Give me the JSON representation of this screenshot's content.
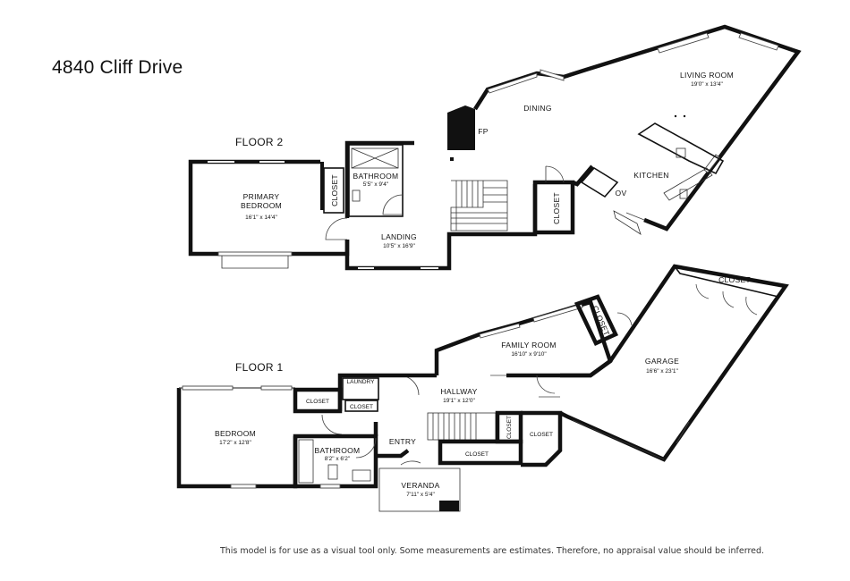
{
  "title": "4840 Cliff Drive",
  "footer": "This model is for use as a visual tool only. Some measurements are estimates. Therefore, no appraisal value should be inferred.",
  "floor2": {
    "label": "FLOOR 2",
    "rooms": {
      "living": {
        "name": "LIVING ROOM",
        "dims": "19'0\" x 13'4\""
      },
      "dining": {
        "name": "DINING"
      },
      "fp": {
        "name": "FP"
      },
      "kitchen": {
        "name": "KITCHEN"
      },
      "ov": {
        "name": "OV"
      },
      "closet_a": {
        "name": "CLOSET"
      },
      "closet_b": {
        "name": "CLOSET"
      },
      "bathroom": {
        "name": "BATHROOM",
        "dims": "5'5\" x 9'4\""
      },
      "primary": {
        "name1": "PRIMARY",
        "name2": "BEDROOM",
        "dims": "16'1\" x 14'4\""
      },
      "landing": {
        "name": "LANDING",
        "dims": "10'5\" x 16'9\""
      }
    }
  },
  "floor1": {
    "label": "FLOOR 1",
    "rooms": {
      "garage": {
        "name": "GARAGE",
        "dims": "16'6\" x 23'1\""
      },
      "garage_closet": {
        "name": "CLOSET"
      },
      "family_closet": {
        "name": "CLOSET"
      },
      "family": {
        "name": "FAMILY ROOM",
        "dims": "16'10\" x 9'10\""
      },
      "laundry": {
        "name": "LAUNDRY"
      },
      "hallway": {
        "name": "HALLWAY",
        "dims": "19'1\" x 12'0\""
      },
      "closet_bed": {
        "name": "CLOSET"
      },
      "closet_small": {
        "name": "CLOSET"
      },
      "closet_vert": {
        "name": "CLOSET"
      },
      "closet_right": {
        "name": "CLOSET"
      },
      "closet_entry": {
        "name": "CLOSET"
      },
      "bedroom": {
        "name": "BEDROOM",
        "dims": "17'2\" x 12'8\""
      },
      "bathroom": {
        "name": "BATHROOM",
        "dims": "8'2\" x 6'2\""
      },
      "entry": {
        "name": "ENTRY"
      },
      "veranda": {
        "name": "VERANDA",
        "dims": "7'11\" x 5'4\""
      }
    }
  }
}
